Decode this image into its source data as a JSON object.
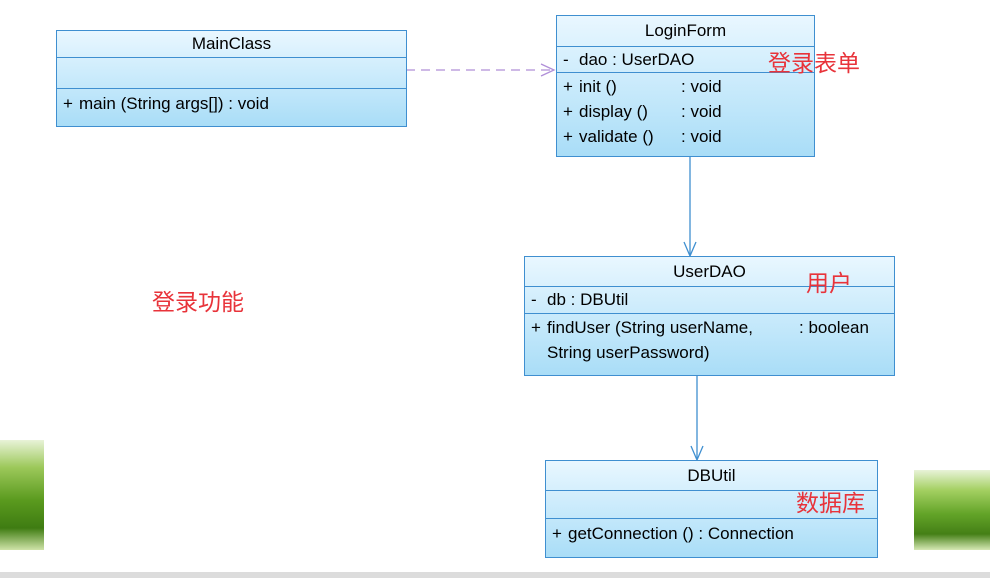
{
  "classes": {
    "main": {
      "name": "MainClass",
      "attributes": [],
      "operations": [
        {
          "vis": "+",
          "sig": "main (String args[])",
          "type": ": void"
        }
      ]
    },
    "login": {
      "name": "LoginForm",
      "attributes": [
        {
          "vis": "-",
          "sig": "dao",
          "type": ": UserDAO"
        }
      ],
      "operations": [
        {
          "vis": "+",
          "sig": "init ()",
          "type": ": void"
        },
        {
          "vis": "+",
          "sig": "display ()",
          "type": ": void"
        },
        {
          "vis": "+",
          "sig": "validate ()",
          "type": ": void"
        }
      ]
    },
    "userdao": {
      "name": "UserDAO",
      "attributes": [
        {
          "vis": "-",
          "sig": "db",
          "type": ": DBUtil"
        }
      ],
      "operations": [
        {
          "vis": "+",
          "sig": "findUser (String userName,",
          "sig2": "String userPassword)",
          "type": ": boolean"
        }
      ]
    },
    "dbutil": {
      "name": "DBUtil",
      "attributes": [],
      "operations": [
        {
          "vis": "+",
          "sig": "getConnection ()",
          "type": ": Connection"
        }
      ]
    }
  },
  "annotations": {
    "login_form": "登录表单",
    "user": "用户",
    "database": "数据库",
    "login_function": "登录功能"
  },
  "colors": {
    "class_border": "#3f8fd0",
    "connector": "#3f8fd0",
    "dependency": "#b08fd8",
    "annotation": "#e8333a"
  }
}
